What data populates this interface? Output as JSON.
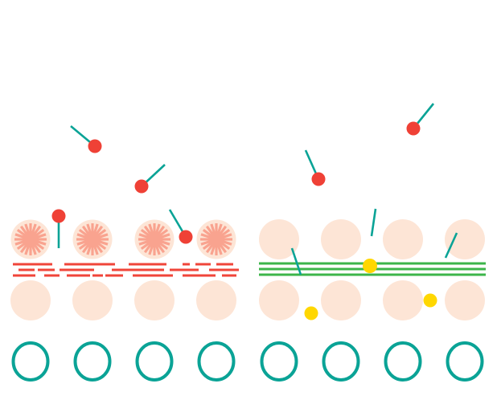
{
  "diagram": {
    "title": "",
    "panels": [
      {
        "name": "left",
        "membrane_style": "dashed",
        "upper_cell_style": "starburst",
        "ligands_bound": 4,
        "free_teal_sticks": 0,
        "yellow_particles": 0
      },
      {
        "name": "right",
        "membrane_style": "solid",
        "upper_cell_style": "plain",
        "ligands_bound": 2,
        "free_teal_sticks": 3,
        "yellow_particles": 3
      }
    ],
    "ring_count": 8,
    "colors": {
      "background": "#ffffff",
      "cell_fill": "#fde5d6",
      "starburst": "#f9a38f",
      "dashed_membrane": "#f0453a",
      "solid_membrane": "#3cb54a",
      "ligand_head": "#ef4136",
      "ligand_stick": "#0aa396",
      "ring": "#0aa396",
      "particle": "#ffd700"
    }
  }
}
